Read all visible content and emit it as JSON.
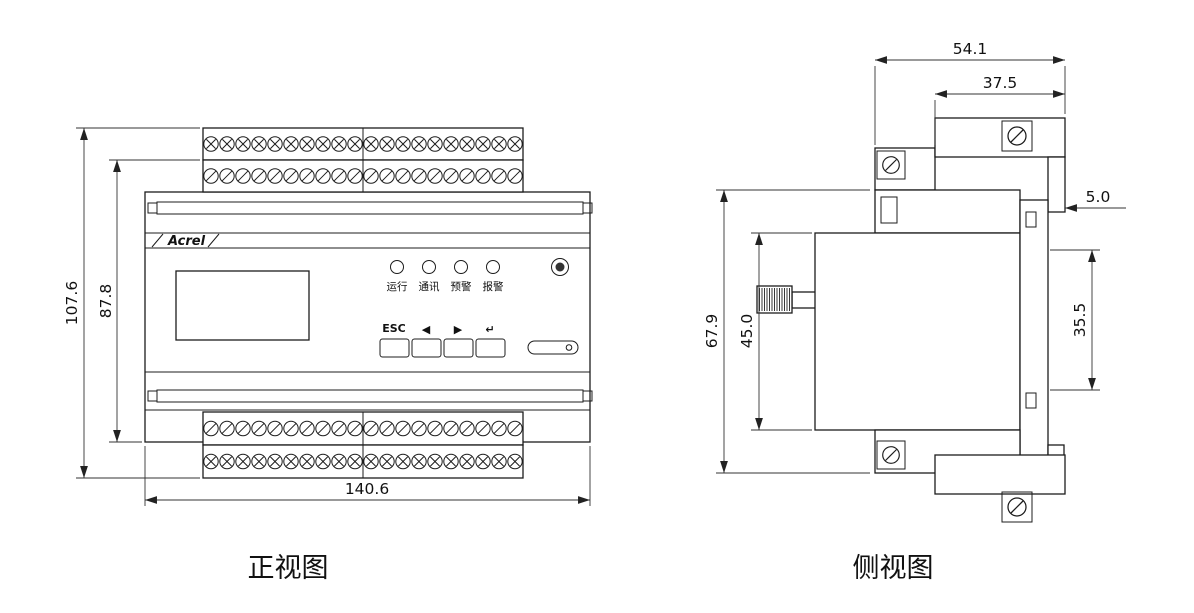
{
  "front_view": {
    "caption": "正视图",
    "brand_logo": "Acrel",
    "dim_total_height": "107.6",
    "dim_body_height": "87.8",
    "dim_width": "140.6",
    "led_labels": [
      "运行",
      "通讯",
      "预警",
      "报警"
    ],
    "key_labels": [
      "ESC",
      "◀",
      "▶",
      "↵"
    ],
    "terminal_screws_per_row": 20,
    "terminal_rows": 4
  },
  "side_view": {
    "caption": "侧视图",
    "dim_total_depth": "54.1",
    "dim_upper_depth": "37.5",
    "dim_panel_lip": "5.0",
    "dim_total_height": "67.9",
    "dim_body_height": "45.0",
    "dim_panel_height": "35.5"
  }
}
